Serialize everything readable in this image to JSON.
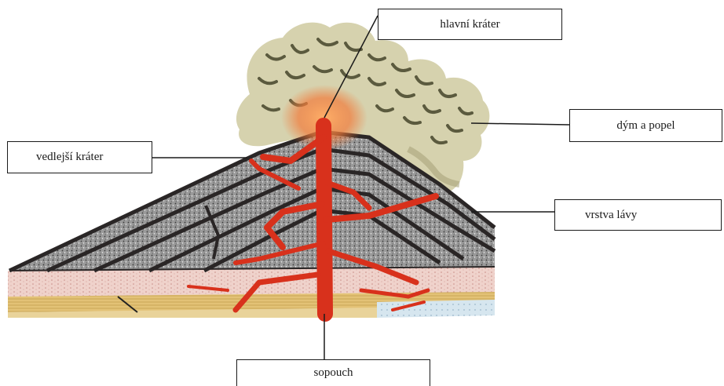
{
  "labels": {
    "main_crater": "hlavní kráter",
    "smoke_ash": "dým a popel",
    "side_crater": "vedlejší kráter",
    "lava_layer": "vrstva lávy",
    "conduit": "sopouch"
  },
  "colors": {
    "magma": "#d8311c",
    "magma_glow": "#f26a2a",
    "cone_rock": "#8d8d8d",
    "cone_dark": "#2a2626",
    "smoke": "#d6d2ae",
    "smoke_dark": "#5b5a3e",
    "ground_pink": "#ecc8c0",
    "ground_yellow": "#e6c77c",
    "ground_blue": "#cfe0ea",
    "leader_line": "#1a1a1a"
  }
}
